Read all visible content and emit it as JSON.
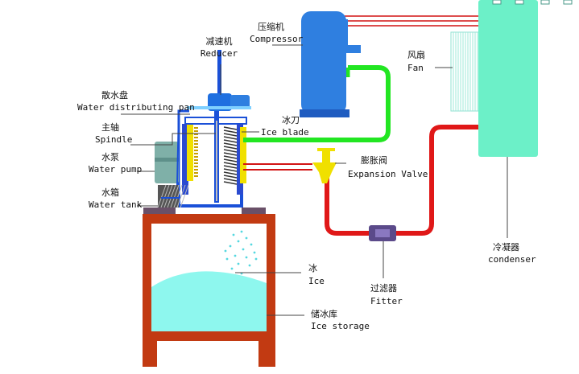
{
  "colors": {
    "compressor": "#2f7fe0",
    "condenser": "#6cf0c8",
    "green_pipe": "#22e622",
    "red_pipe": "#e01818",
    "yellow": "#f0e000",
    "storage_frame": "#c23a12",
    "ice": "#8ef7ee",
    "frame_blue": "#1a50d8",
    "leader": "#444444"
  },
  "labels": {
    "reducer": {
      "zh": "减速机",
      "en": "Reducer"
    },
    "compressor": {
      "zh": "压缩机",
      "en": "Compressor"
    },
    "fan": {
      "zh": "风扇",
      "en": "Fan"
    },
    "water_distributing_pan": {
      "zh": "散水盘",
      "en": "Water distributing pan"
    },
    "spindle": {
      "zh": "主轴",
      "en": "Spindle"
    },
    "ice_blade": {
      "zh": "冰刀",
      "en": "Ice blade"
    },
    "water_pump": {
      "zh": "水泵",
      "en": "Water pump"
    },
    "expansion_valve": {
      "zh": "膨胀阀",
      "en": "Expansion Valve"
    },
    "water_tank": {
      "zh": "水箱",
      "en": "Water tank"
    },
    "condenser": {
      "zh": "冷凝器",
      "en": "condenser"
    },
    "ice": {
      "zh": "冰",
      "en": "Ice"
    },
    "filter": {
      "zh": "过滤器",
      "en": "Fitter"
    },
    "ice_storage": {
      "zh": "储冰库",
      "en": "Ice storage"
    }
  }
}
